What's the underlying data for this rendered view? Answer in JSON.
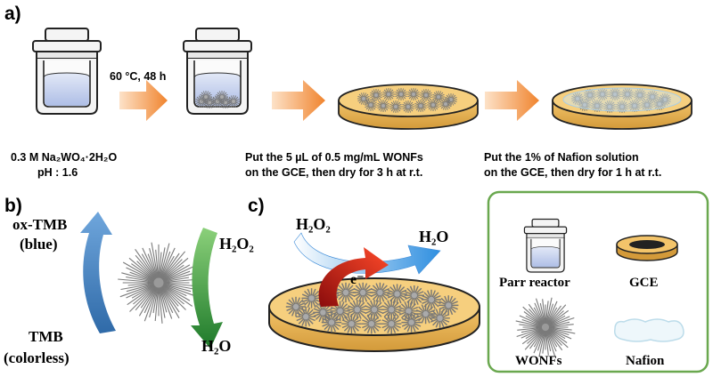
{
  "panel_a": {
    "label": "a)",
    "step1_caption_line1": "0.3 M Na₂WO₄·2H₂O",
    "step1_caption_line2": "pH : 1.6",
    "reaction_condition": "60 °C, 48 h",
    "step3_caption_line1": "Put the 5 µL of 0.5 mg/mL WONFs",
    "step3_caption_line2": "on the GCE, then dry for 3 h at r.t.",
    "step4_caption_line1": "Put the 1% of Nafion solution",
    "step4_caption_line2": "on the GCE, then dry for 1 h at r.t."
  },
  "panel_b": {
    "label": "b)",
    "oxtmb_line1": "ox-TMB",
    "oxtmb_line2": "(blue)",
    "tmb_line1": "TMB",
    "tmb_line2": "(colorless)",
    "h2o2": "H₂O₂",
    "h2o": "H₂O"
  },
  "panel_c": {
    "label": "c)",
    "h2o2": "H₂O₂",
    "h2o": "H₂O",
    "electron": "e⁻"
  },
  "legend": {
    "parr_reactor": "Parr reactor",
    "gce": "GCE",
    "wonfs": "WONFs",
    "nafion": "Nafion"
  },
  "colors": {
    "orange_arrow": "#f08a3c",
    "green_arrow": "#3c9a3c",
    "blue_arrow": "#4a86c8",
    "red_arrow": "#d42020",
    "disk_fill": "#f6c96e",
    "legend_border": "#6aa84f",
    "solution": "#c8d4ee"
  }
}
